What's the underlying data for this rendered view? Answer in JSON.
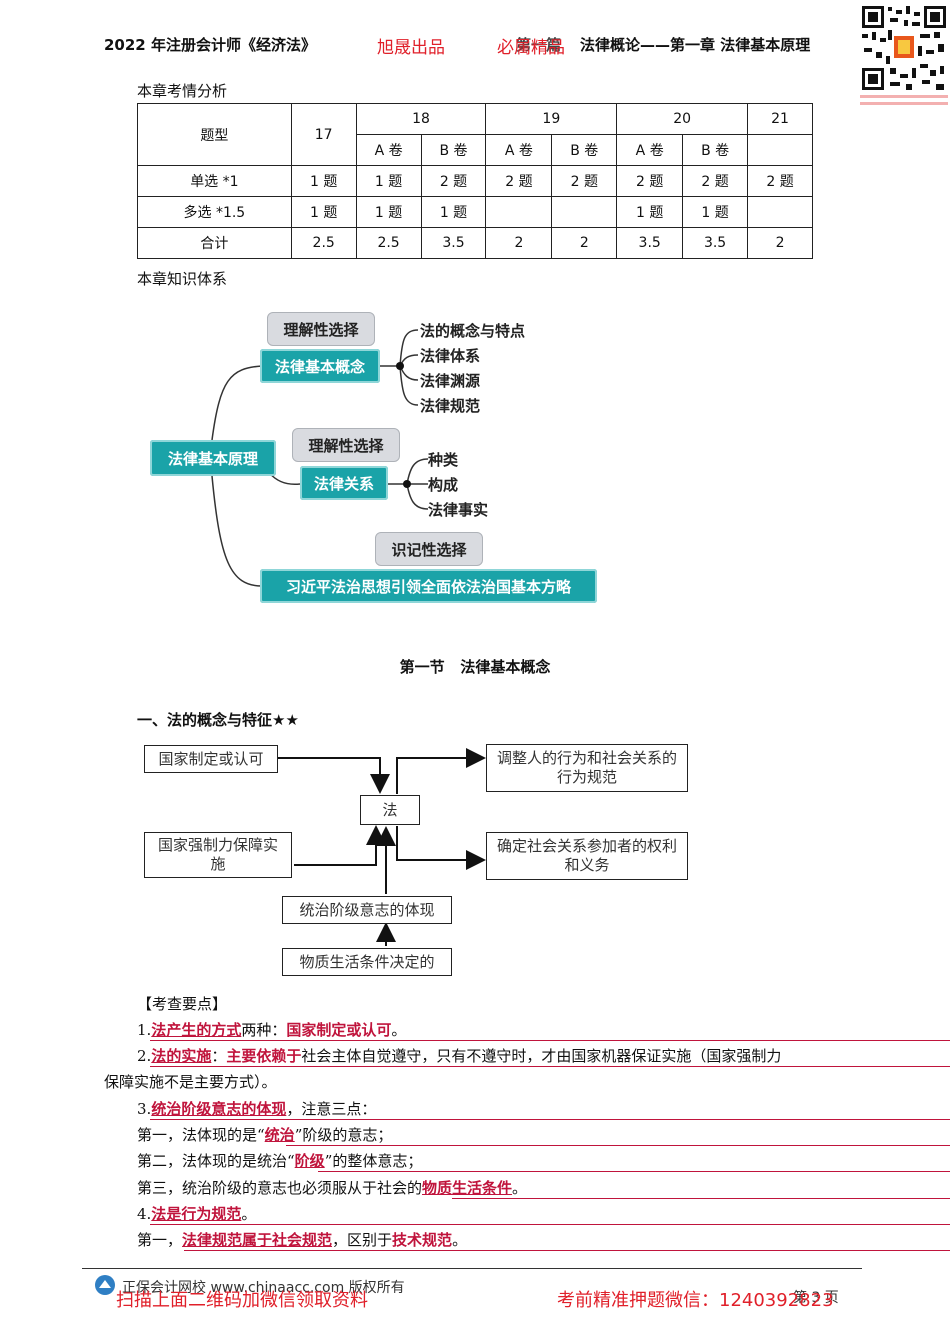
{
  "header": {
    "left": "2022 年注册会计师《经济法》",
    "mark1": "旭晟出品",
    "mark2": "必属精品",
    "overlap": "第一篇",
    "right": "法律概论——第一章 法律基本原理"
  },
  "exam_analysis": {
    "title": "本章考情分析",
    "col_type": "题型",
    "years": [
      "17",
      "18",
      "19",
      "20",
      "21"
    ],
    "sub": [
      "A 卷",
      "B 卷"
    ],
    "rows": [
      {
        "type": "单选 *1",
        "cells": [
          "1 题",
          "1 题",
          "2 题",
          "2 题",
          "2 题",
          "2 题",
          "2 题",
          "2 题"
        ]
      },
      {
        "type": "多选 *1.5",
        "cells": [
          "1 题",
          "1 题",
          "1 题",
          "",
          "",
          "1 题",
          "1 题",
          ""
        ]
      },
      {
        "type": "合计",
        "cells": [
          "2.5",
          "2.5",
          "3.5",
          "2",
          "2",
          "3.5",
          "3.5",
          "2"
        ]
      }
    ]
  },
  "knowledge": {
    "title": "本章知识体系",
    "root": "法律基本原理",
    "branches": [
      {
        "tag": "理解性选择",
        "node": "法律基本概念",
        "leaves": [
          "法的概念与特点",
          "法律体系",
          "法律渊源",
          "法律规范"
        ]
      },
      {
        "tag": "理解性选择",
        "node": "法律关系",
        "leaves": [
          "种类",
          "构成",
          "法律事实"
        ]
      },
      {
        "tag": "识记性选择",
        "node": "习近平法治思想引领全面依法治国基本方略",
        "leaves": []
      }
    ]
  },
  "section_title": "第一节   法律基本概念",
  "sub_title": "一、法的概念与特征★★",
  "flow": {
    "center": "法",
    "b1": "国家制定或认可",
    "b2": "国家强制力保障实施",
    "b3": "统治阶级意志的体现",
    "b4": "物质生活条件决定的",
    "b5": "调整人的行为和社会关系的行为规范",
    "b6": "确定社会关系参加者的权利和义务"
  },
  "points": {
    "heading": "【考查要点】",
    "p1_num": "1.",
    "p1_a": "法产生的方式",
    "p1_b": "两种：",
    "p1_c": "国家制定或认可",
    "p1_d": "。",
    "p2_num": "2.",
    "p2_a": "法的实施",
    "p2_b": "：",
    "p2_c": "主要依赖于",
    "p2_d": "社会主体自觉遵守，只有不遵守时，才由国家机器保证实施（国家强制力",
    "p2_e": "保障实施不是主要方式）。",
    "p3_num": "3.",
    "p3_a": "统治阶级意志的体现",
    "p3_b": "，注意三点：",
    "p3_1a": "第一，法体现的是“",
    "p3_1b": "统治",
    "p3_1c": "”阶级的意志；",
    "p3_2a": "第二，法体现的是统治“",
    "p3_2b": "阶级",
    "p3_2c": "”的整体意志；",
    "p3_3a": "第三，统治阶级的意志也必须服从于社会的",
    "p3_3b": "物质生活条件",
    "p3_3c": "。",
    "p4_num": "4.",
    "p4_a": "法是行为规范",
    "p4_b": "。",
    "p4_1a": "第一，",
    "p4_1b": "法律规范属于社会规范",
    "p4_1c": "，区别于",
    "p4_1d": "技术规范",
    "p4_1e": "。"
  },
  "footer": {
    "site": "正保会计网校 www.chinaacc.com 版权所有",
    "page": "3",
    "left_promo": "扫描上面二维码加微信领取资料",
    "right_promo": "考前精准押题微信：",
    "wechat": "1240392823",
    "page_overlap": "第 3 页"
  }
}
